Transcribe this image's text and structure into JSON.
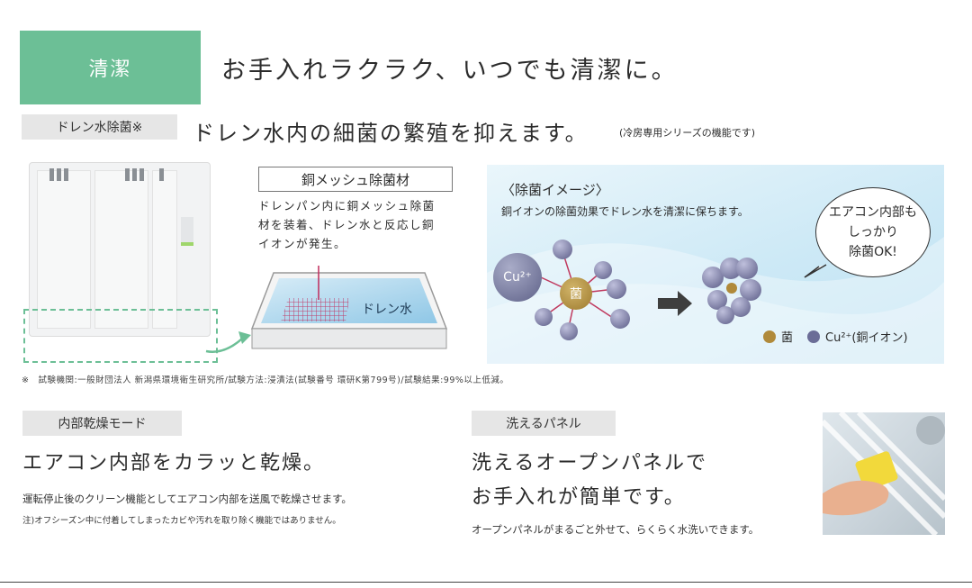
{
  "header": {
    "tab_label": "清潔",
    "headline": "お手入れラクラク、いつでも清潔に。"
  },
  "drain": {
    "label": "ドレン水除菌※",
    "headline": "ドレン水内の細菌の繁殖を抑えます。",
    "note": "(冷房専用シリーズの機能です)"
  },
  "mesh": {
    "title": "銅メッシュ除菌材",
    "desc_lines": [
      "ドレンパン内に銅メッシュ除菌",
      "材を装着、ドレン水と反応し銅",
      "イオンが発生。"
    ],
    "water_label": "ドレン水"
  },
  "image": {
    "title": "〈除菌イメージ〉",
    "desc": "銅イオンの除菌効果でドレン水を清潔に保ちます。",
    "bubble_lines": [
      "エアコン内部も",
      "しっかり",
      "除菌OK!"
    ],
    "cu_label": "Cu²⁺",
    "bacteria_label": "菌",
    "legend_bacteria": "菌",
    "legend_ion": "Cu²⁺(銅イオン)"
  },
  "footnote": "※　試験機関:一般財団法人 新潟県環境衛生研究所/試験方法:浸漬法(試験番号 環研K第799号)/試験結果:99%以上低減。",
  "drying": {
    "label": "内部乾燥モード",
    "headline": "エアコン内部をカラッと乾燥。",
    "desc": "運転停止後のクリーン機能としてエアコン内部を送風で乾燥させます。",
    "note": "注)オフシーズン中に付着してしまったカビや汚れを取り除く機能ではありません。"
  },
  "panel": {
    "label": "洗えるパネル",
    "headline_lines": [
      "洗えるオープンパネルで",
      "お手入れが簡単です。"
    ],
    "desc": "オープンパネルがまるごと外せて、らくらく水洗いできます。"
  },
  "colors": {
    "accent_green": "#6cbf96",
    "label_gray": "#e6e6e6",
    "copper_ion": "#6b6d97",
    "bacteria_gold": "#b08a3a"
  }
}
